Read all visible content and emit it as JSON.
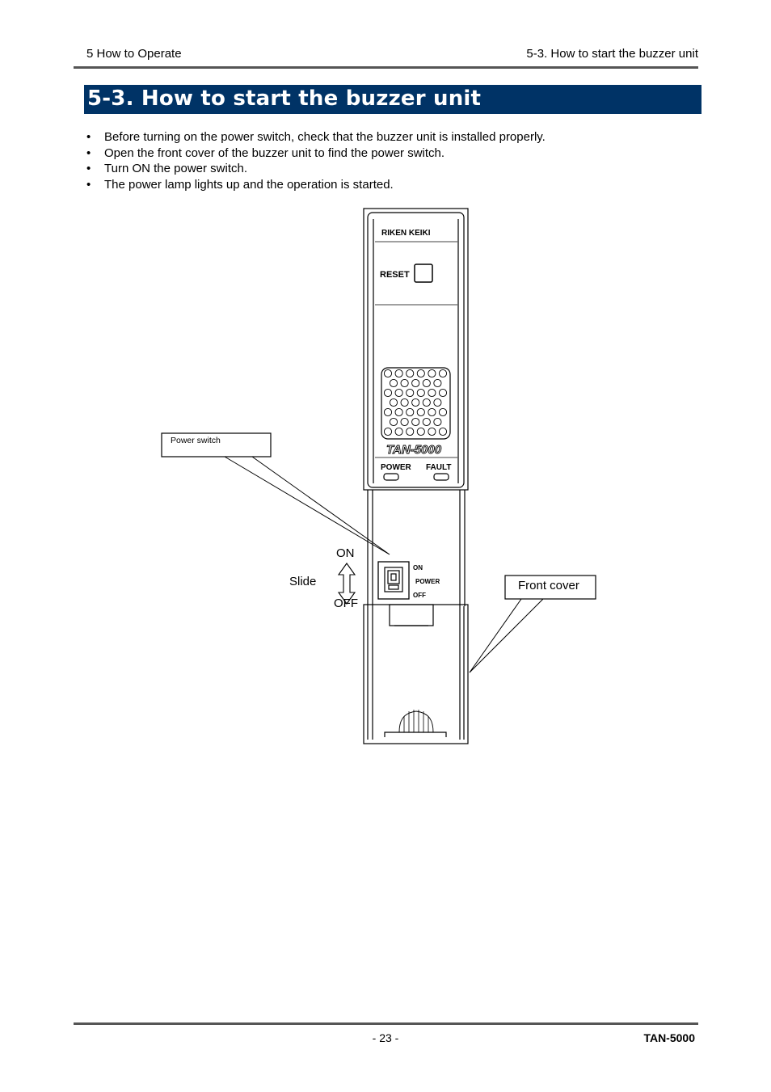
{
  "header": {
    "left": "5 How to Operate",
    "right": "5-3. How to start the buzzer unit"
  },
  "section_title": "5-3. How to start the buzzer unit",
  "bullets": [
    "Before turning on the power switch, check that the buzzer unit is installed properly.",
    "Open the front cover of the buzzer unit to find the power switch.",
    "Turn ON the power switch.",
    "The power lamp lights up and the operation is started."
  ],
  "figure": {
    "brand": "RIKEN KEIKI",
    "reset_label": "RESET",
    "model_logo": "TAN-5000",
    "power_lamp_label": "POWER",
    "fault_lamp_label": "FAULT",
    "switch_on_label": "ON",
    "switch_power_label": "POWER",
    "switch_off_label": "OFF",
    "callout_power_switch": "Power switch",
    "callout_front_cover": "Front cover",
    "slide_label": "Slide",
    "on_label": "ON",
    "off_label": "OFF"
  },
  "footer": {
    "page": "- 23 -",
    "model": "TAN-5000"
  }
}
